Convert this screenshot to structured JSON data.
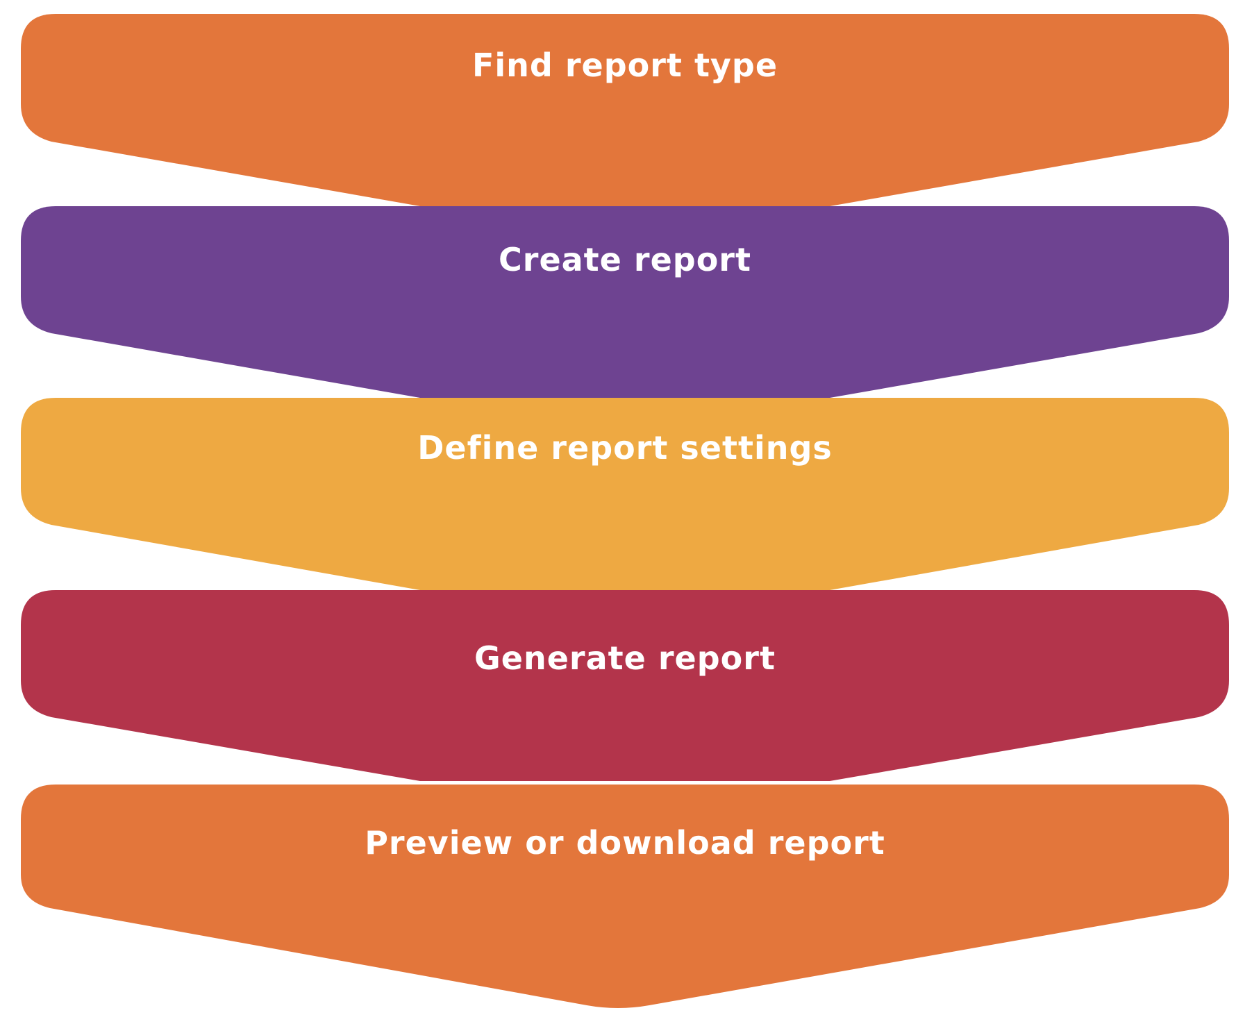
{
  "steps": [
    {
      "label": "Find report type",
      "color": "#E3763B"
    },
    {
      "label": "Create report",
      "color": "#6E4391"
    },
    {
      "label": "Define report settings",
      "color": "#EEA942"
    },
    {
      "label": "Generate report",
      "color": "#B3344B"
    },
    {
      "label": "Preview or download report",
      "color": "#E3763B"
    }
  ]
}
